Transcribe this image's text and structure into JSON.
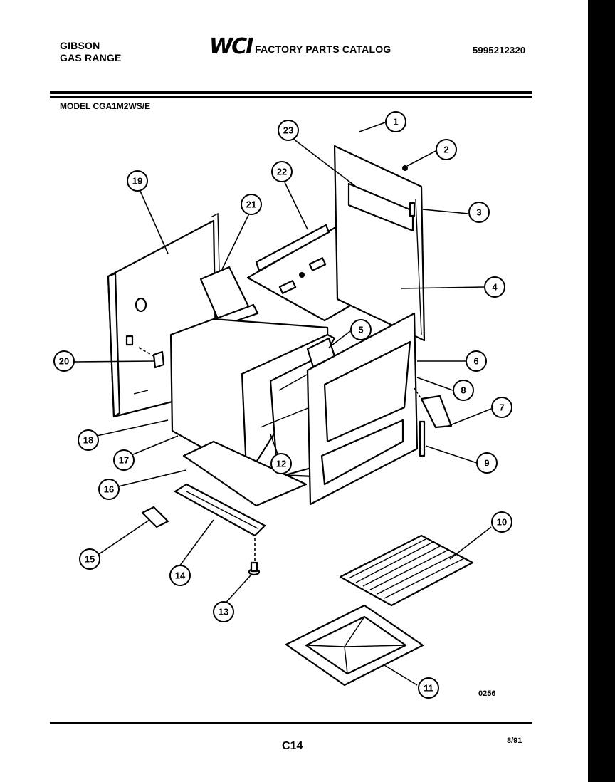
{
  "header": {
    "manufacturer": "GIBSON",
    "product_type": "GAS RANGE",
    "brand_logo": "WCI",
    "catalog_title": "FACTORY PARTS CATALOG",
    "catalog_number": "5995212320",
    "model_line": "MODEL CGA1M2WS/E"
  },
  "diagram": {
    "drawing_code": "0256",
    "callouts": [
      "1",
      "2",
      "3",
      "4",
      "5",
      "6",
      "7",
      "8",
      "9",
      "10",
      "11",
      "12",
      "13",
      "14",
      "15",
      "16",
      "17",
      "18",
      "19",
      "20",
      "21",
      "22",
      "23"
    ]
  },
  "footer": {
    "page_code": "C14",
    "date": "8/91"
  }
}
